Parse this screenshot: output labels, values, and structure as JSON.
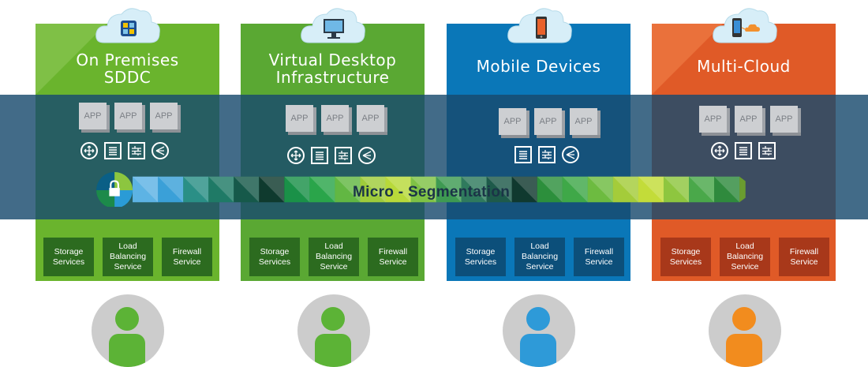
{
  "columns": [
    {
      "title_line1": "On Premises",
      "title_line2": "SDDC",
      "color": "#6ab42d",
      "icon": "data-center-icon",
      "user_color": "#5cb336"
    },
    {
      "title_line1": "Virtual Desktop",
      "title_line2": "Infrastructure",
      "color": "#5aa833",
      "icon": "desktop-monitor-icon",
      "user_color": "#5cb336"
    },
    {
      "title_line1": "Mobile Devices",
      "title_line2": "",
      "color": "#0a77b8",
      "icon": "mobile-phone-icon",
      "user_color": "#2e9ad8"
    },
    {
      "title_line1": "Multi-Cloud",
      "title_line2": "",
      "color": "#e05a27",
      "icon": "phone-cloud-icon",
      "user_color": "#f28c1e"
    }
  ],
  "app_label": "APP",
  "segmentation_label": "Micro - Segmentation",
  "services": {
    "storage": "Storage Services",
    "load_balancing": "Load Balancing Service",
    "firewall": "Firewall Service"
  },
  "service_icons": [
    "router-icon",
    "list-icon",
    "firewall-brick-icon",
    "load-balancer-icon"
  ],
  "lock_icon": "security-lock-icon"
}
